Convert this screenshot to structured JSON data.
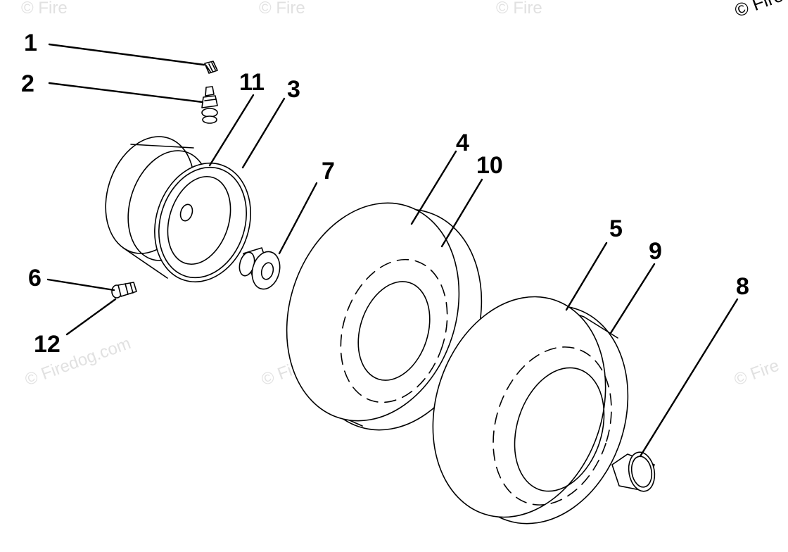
{
  "diagram": {
    "callouts": [
      "1",
      "2",
      "3",
      "4",
      "5",
      "6",
      "7",
      "8",
      "9",
      "10",
      "11",
      "12"
    ],
    "watermark": "© Firedog.com",
    "watermark_cropped_top": "© Fire",
    "watermark_cropped_side": "© Fire",
    "watermark_corner": "© Fire"
  },
  "colors": {
    "line": "#000000",
    "watermark": "#e1e1e1",
    "background": "#ffffff"
  }
}
